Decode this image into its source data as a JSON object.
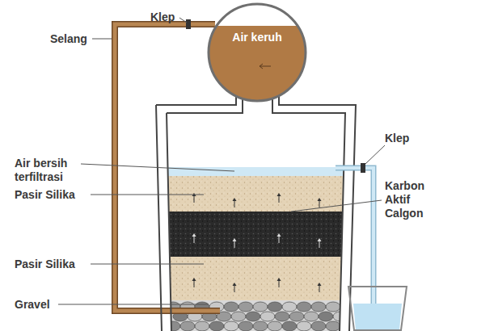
{
  "diagram": {
    "nodes": [
      {
        "text": [
          "Air keruh"
        ]
      }
    ],
    "labels": [
      "Klep",
      "Selang",
      "Klep",
      "Air bersih terfiltrasi",
      "Pasir Silika",
      "Karbon Aktif Calgon",
      "Pasir Silika",
      "Gravel"
    ]
  }
}
